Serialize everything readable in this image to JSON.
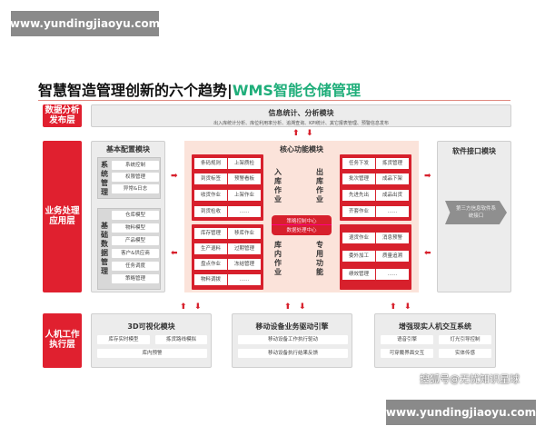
{
  "watermarks": {
    "top": "www.yundingjiaoyu.com",
    "bottom": "www.yundingjiaoyu.com",
    "sohu": "搜狐号@无忧知识星球"
  },
  "title": {
    "main": "智慧智造管理创新的六个趋势|",
    "accent": "WMS智能仓储管理"
  },
  "colors": {
    "red": "#d7202c",
    "green": "#1fae7a",
    "core_bg": "#fbe3da",
    "gray": "#ececec"
  },
  "layers": [
    "数据分析发布层",
    "业务处理应用层",
    "人机工作执行层"
  ],
  "info": {
    "title": "信息统计、分析模块",
    "desc": "出入库统计分析、库位利用率分析、追溯查询、KPI统计、其它报表管理、预警信息发布"
  },
  "basic": {
    "title": "基本配置模块",
    "sys_label": "系统管理",
    "sys_items": [
      "系统控制",
      "权限管理",
      "异常&日志"
    ],
    "data_label": "基础数据管理",
    "data_items": [
      "仓库模型",
      "物料模型",
      "产品模型",
      "客户&供应商",
      "任务调度",
      "策略管理"
    ]
  },
  "core": {
    "title": "核心功能模块",
    "inbound": {
      "label": "入库作业",
      "items": [
        "条码规则",
        "上架质检",
        "到货标签",
        "预警看板",
        "收货作业",
        "上架作业",
        "到货检收",
        "……"
      ]
    },
    "outbound": {
      "label": "出库作业",
      "items": [
        "任务下发",
        "拣货管理",
        "批次管理",
        "成品下架",
        "先进先出",
        "成品出货",
        "齐套作业",
        "……"
      ]
    },
    "inventory": {
      "label": "库内作业",
      "items": [
        "库存管理",
        "移库作业",
        "生产退料",
        "过期管理",
        "盘点作业",
        "冻结管理",
        "物料调拨",
        "……"
      ]
    },
    "special": {
      "label": "专用功能",
      "items": [
        "退货作业",
        "消息预警",
        "委外加工",
        "质量追溯",
        "绩效管理",
        "……"
      ]
    },
    "center": [
      "策略控制中心",
      "数据处理中心"
    ]
  },
  "interface": {
    "title": "软件接口模块",
    "tag": "第三方信息软件系统接口"
  },
  "bottom": [
    {
      "title": "3D可视化模块",
      "items": [
        "库存实时模型",
        "拣货路线模拟",
        "库内预警"
      ]
    },
    {
      "title": "移动设备业务驱动引擎",
      "items": [
        "移动设备工作执行驱动",
        "移动设备执行结果反馈"
      ]
    },
    {
      "title": "增强现实人机交互系统",
      "items": [
        "语音引擎",
        "灯光引导控制",
        "可穿戴界面交互",
        "实体传感"
      ]
    }
  ],
  "icons": [
    "arrow-up-icon",
    "arrow-down-icon",
    "arrow-right-icon",
    "arrow-left-icon"
  ]
}
